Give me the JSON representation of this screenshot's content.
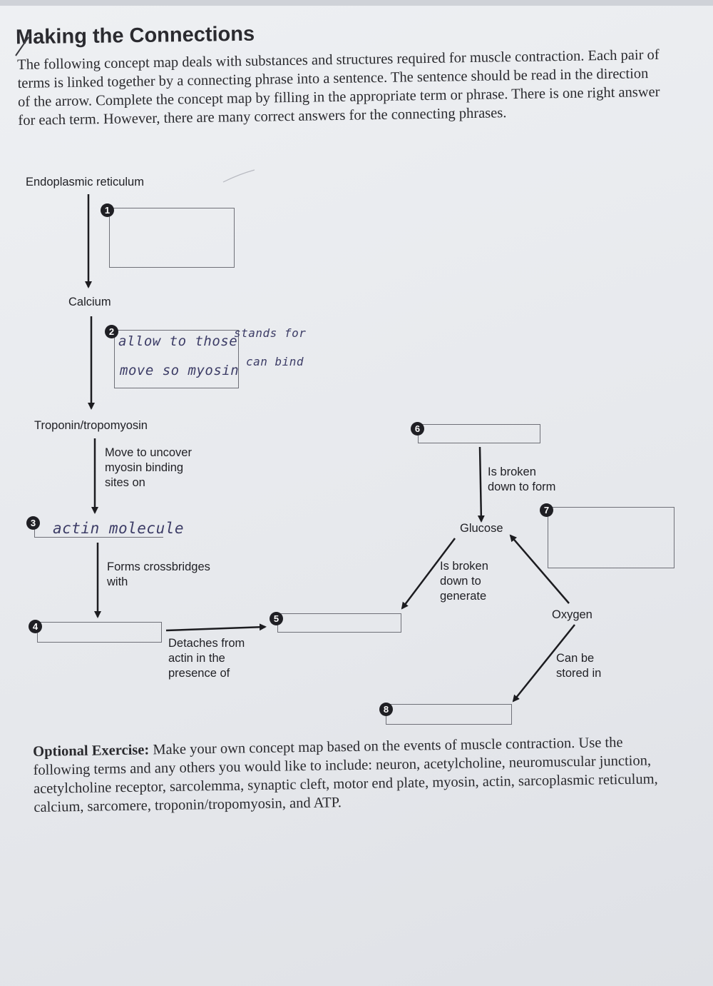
{
  "header": {
    "title": "Making the Connections",
    "intro": "The following concept map deals with substances and structures required for muscle contraction. Each pair of terms is linked together by a connecting phrase into a sentence. The sentence should be read in the direction of the arrow. Complete the concept map by filling in the appropriate term or phrase. There is one right answer for each term. However, there are many correct answers for the connecting phrases."
  },
  "concept_map": {
    "terms": {
      "endoplasmic_reticulum": "Endoplasmic reticulum",
      "calcium": "Calcium",
      "troponin": "Troponin/tropomyosin",
      "glucose": "Glucose",
      "oxygen": "Oxygen"
    },
    "phrases": {
      "move_to_uncover": "Move to uncover\nmyosin binding\nsites on",
      "forms_crossbridges": "Forms crossbridges\nwith",
      "detaches_from": "Detaches from\nactin in the\npresence of",
      "broken_down_form": "Is broken\ndown to form",
      "broken_down_generate": "Is broken\ndown to\ngenerate",
      "stored_in": "Can be\nstored in"
    },
    "blanks": {
      "b1": "1",
      "b2": "2",
      "b3": "3",
      "b4": "4",
      "b5": "5",
      "b6": "6",
      "b7": "7",
      "b8": "8"
    },
    "handwritten": {
      "box2_line1": "allow to those",
      "box2_line1_extra": "stands for",
      "box2_line2": "move so myosin",
      "box2_line2_extra": "can bind",
      "box3": "actin molecule"
    }
  },
  "optional": {
    "label": "Optional Exercise:",
    "text": " Make your own concept map based on the events of muscle contraction. Use the following terms and any others you would like to include: neuron, acetylcholine, neuromuscular junction, acetylcholine receptor, sarcolemma, synaptic cleft, motor end plate, myosin, actin, sarcoplasmic reticulum, calcium, sarcomere, troponin/tropomyosin, and ATP."
  }
}
